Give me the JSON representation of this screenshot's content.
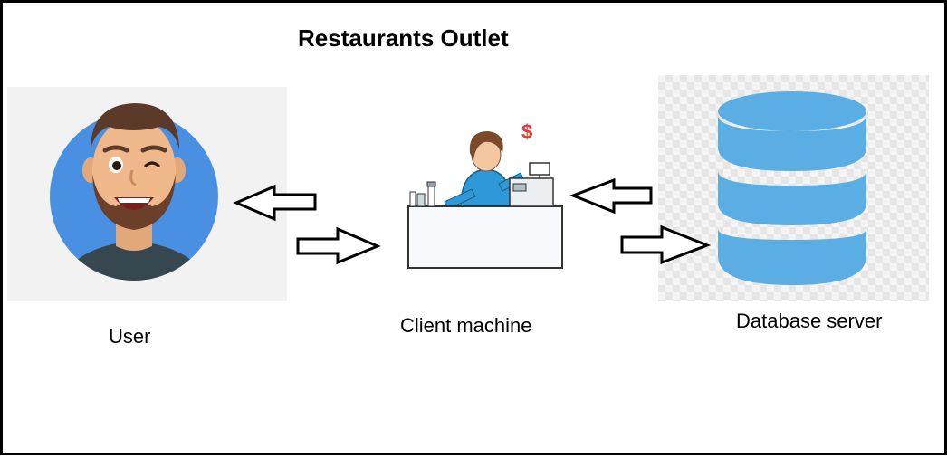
{
  "diagram": {
    "title": "Restaurants Outlet",
    "nodes": [
      {
        "id": "user",
        "label": "User",
        "icon": "user-avatar-icon"
      },
      {
        "id": "client",
        "label": "Client machine",
        "icon": "cashier-counter-icon"
      },
      {
        "id": "db",
        "label": "Database server",
        "icon": "database-icon"
      }
    ],
    "edges": [
      {
        "from": "user",
        "to": "client"
      },
      {
        "from": "client",
        "to": "user"
      },
      {
        "from": "client",
        "to": "db"
      },
      {
        "from": "db",
        "to": "client"
      }
    ],
    "price_tag": "$",
    "colors": {
      "avatar_bg": "#4a90e2",
      "database": "#5aaee3",
      "shirt": "#37474f"
    }
  }
}
